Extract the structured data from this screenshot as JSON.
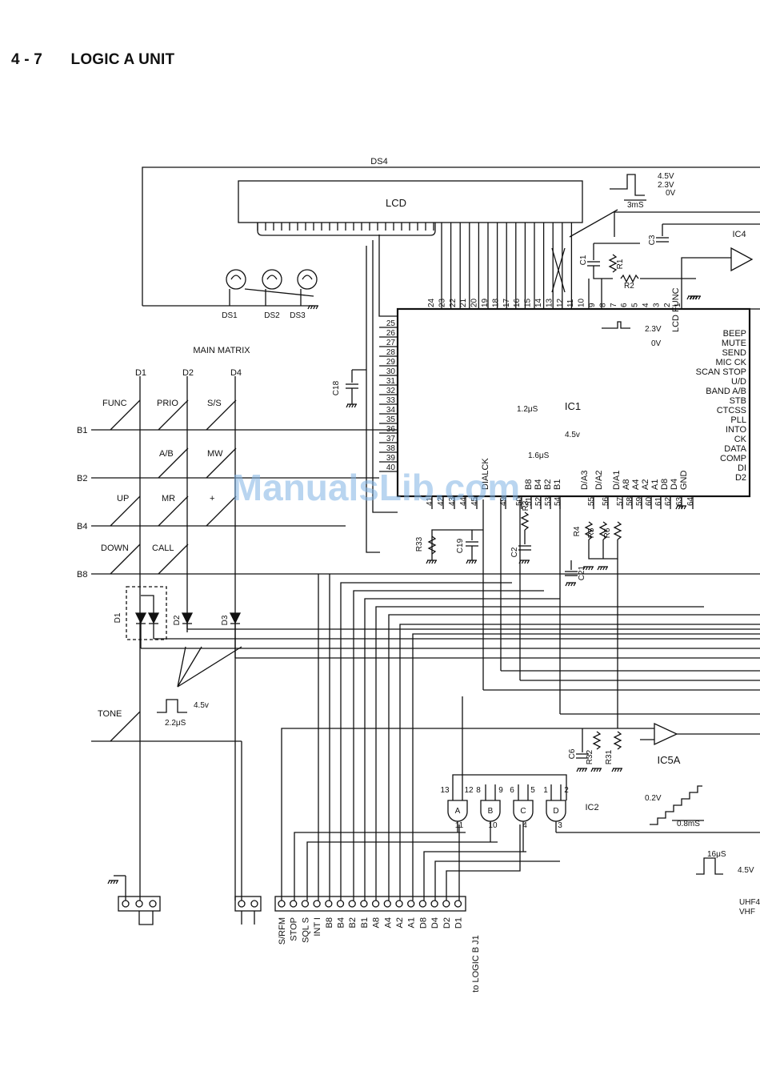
{
  "header": {
    "number": "4 - 7",
    "title": "LOGIC A UNIT"
  },
  "watermark": "ManualsLib.com",
  "labels": {
    "ds4": "DS4",
    "lcd": "LCD",
    "ds1": "DS1",
    "ds2": "DS2",
    "ds3": "DS3",
    "main_matrix": "MAIN MATRIX",
    "ic1": "IC1",
    "ic2": "IC2",
    "ic4": "IC4",
    "ic5a": "IC5A",
    "lcd_func": "LCD FUNC",
    "dialck": "DIALCK",
    "tone": "TONE",
    "to_logic": "to LOGIC B J1",
    "uhf": "UHF4",
    "vhf": "VHF"
  },
  "matrix": {
    "cols": [
      "D1",
      "D2",
      "D4"
    ],
    "rows": [
      "B1",
      "B2",
      "B4",
      "B8"
    ],
    "keys": [
      "FUNC",
      "PRIO",
      "S/S",
      "A/B",
      "MW",
      "UP",
      "MR",
      "+",
      "DOWN",
      "CALL"
    ]
  },
  "ic1_right_pins": [
    "BEEP",
    "MUTE",
    "SEND",
    "MIC CK",
    "SCAN STOP",
    "U/D",
    "BAND A/B",
    "STB",
    "CTCSS",
    "PLL",
    "INTO",
    "CK",
    "DATA",
    "COMP",
    "DI",
    "D2"
  ],
  "ic1_left_pins": [
    "25",
    "26",
    "27",
    "28",
    "29",
    "30",
    "31",
    "32",
    "33",
    "34",
    "35",
    "36",
    "37",
    "38",
    "39",
    "40"
  ],
  "ic1_top_pins": [
    "24",
    "23",
    "22",
    "21",
    "20",
    "19",
    "18",
    "17",
    "16",
    "15",
    "14",
    "13",
    "12",
    "11",
    "10",
    "9",
    "8",
    "7",
    "6",
    "5",
    "4",
    "3",
    "2",
    "1"
  ],
  "ic1_bottom_labels": [
    "DIALCK",
    "B8",
    "B4",
    "B2",
    "B1",
    "D/A3",
    "D/A2",
    "D/A1",
    "A8",
    "A4",
    "A2",
    "A1",
    "D8",
    "D4",
    "GND"
  ],
  "ic1_bottom_pins": [
    "41",
    "42",
    "43",
    "44",
    "45",
    "49",
    "50",
    "51",
    "52",
    "53",
    "54",
    "55",
    "56",
    "57",
    "58",
    "59",
    "60",
    "61",
    "62",
    "63",
    "64"
  ],
  "components": {
    "c18": "C18",
    "c19": "C19",
    "c2": "C2",
    "c21": "C21",
    "c3": "C3",
    "c1": "C1",
    "c6": "C6",
    "r33": "R33",
    "r3": "R3",
    "r4": "R4",
    "r5": "R5",
    "r6": "R6",
    "r1": "R1",
    "r2": "R2",
    "r31": "R31",
    "r32": "R32",
    "d1": "D1",
    "d2": "D2",
    "d3": "D3"
  },
  "gates": [
    "A",
    "B",
    "C",
    "D"
  ],
  "gate_pins": [
    "13",
    "12",
    "8",
    "9",
    "6",
    "5",
    "1",
    "2",
    "11",
    "10",
    "4",
    "3"
  ],
  "waveforms": {
    "lcd_levels": [
      "4.5V",
      "2.3V",
      "0V"
    ],
    "lcd_period": "3mS",
    "r1_levels": [
      "2.3V",
      "0V"
    ],
    "ic1_t1": "1.2μS",
    "ic1_t2": "1.6μS",
    "ic1_v": "4.5v",
    "tone_v": "4.5v",
    "tone_t": "2.2μS",
    "ic5a_v": "0.2V",
    "ic5a_t": "0.8mS",
    "right_t": "16μS",
    "right_v": "4.5V"
  },
  "connector_j1": [
    "S/RFM",
    "STOP",
    "SQL S",
    "INT I",
    "B8",
    "B4",
    "B2",
    "B1",
    "A8",
    "A4",
    "A2",
    "A1",
    "D8",
    "D4",
    "D2",
    "D1"
  ]
}
